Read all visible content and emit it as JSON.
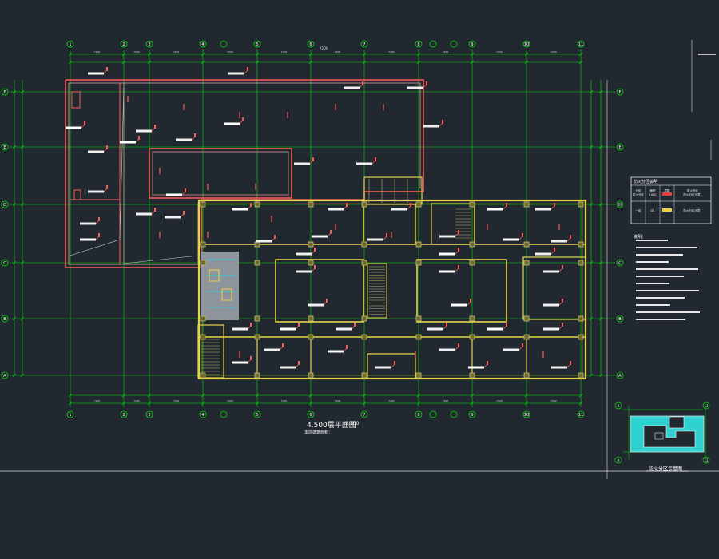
{
  "drawing": {
    "background": "#212830",
    "colors": {
      "grid": "#00e000",
      "wall_red": "#ff5a5a",
      "wall_yellow": "#e6d54a",
      "wall_white": "#f0f0f0",
      "column": "#c8c070",
      "cyan_fill": "#2fd0d0",
      "gray_fill": "#8e959c",
      "text": "#ffffff"
    },
    "title": "4.500层平面图",
    "title_scale": "1:100",
    "subtitle": "本层建筑面积：",
    "top_dimension": "7200",
    "col_labels": [
      "1",
      "2",
      "3",
      "4",
      "5",
      "6",
      "7",
      "8",
      "9",
      "10",
      "11"
    ],
    "row_labels": [
      "F",
      "E",
      "D",
      "C",
      "B",
      "A"
    ]
  },
  "legend": {
    "title": "防火分区说明",
    "headers": [
      "分区",
      "面积",
      "层数",
      "防火分区"
    ],
    "rows": [
      {
        "zone": "防火分区",
        "area": "1000",
        "swatch": "#e04040",
        "desc": "防火分区示意"
      },
      {
        "zone": "一区",
        "area": "D1",
        "swatch": "#f0d040",
        "desc": "防火分区示意"
      }
    ]
  },
  "notes_title": "说明：",
  "key_plan": {
    "title": "防火分区示意图",
    "fill": "#2fd0d0",
    "corner_labels": [
      "A",
      "11",
      "A",
      "11"
    ]
  }
}
